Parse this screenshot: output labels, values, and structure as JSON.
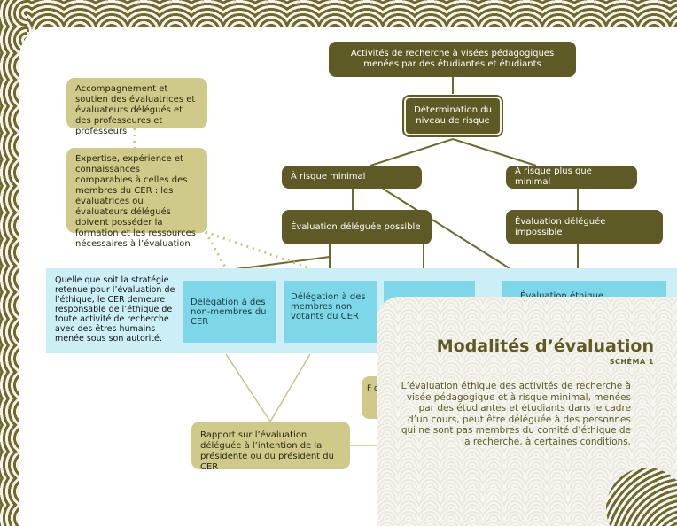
{
  "diagram": {
    "root": "Activités de recherche à visées pédagogiques menées par des étudiantes et étudiants",
    "determination": "Détermination du niveau de risque",
    "risk_minimal": "À risque minimal",
    "risk_more": "À risque plus que minimal",
    "delegated_possible": "Évaluation déléguée possible",
    "delegated_impossible": "Évaluation déléguée impossible",
    "support": "Accompagnement et soutien des évaluatrices et évaluateurs délégués et des professeures et professeurs",
    "expertise": "Expertise, expérience et connaissances comparables à celles des membres du CER : les évaluatrices ou évaluateurs délégués doivent posséder la formation et les ressources nécessaires à l’évaluation",
    "strategy": "Quelle que soit la stratégie retenue pour l’évaluation de l’éthique, le CER demeure responsable de l’éthique de toute activité de recherche avec des êtres humains menée sous son autorité.",
    "delegation_non_members": "Délégation à des non-membres du CER",
    "delegation_non_voting": "Délégation à des membres non votants du CER",
    "ethics_eval_cut": "Évaluation éthique",
    "report": "Rapport sur l’évaluation déléguée à l’intention de la présidente ou du président du CER",
    "partial_box": "F c c"
  },
  "panel": {
    "title": "Modalités d’évaluation",
    "subtitle": "SCHÉMA 1",
    "body": "L’évaluation éthique des activités de recherche à visée pédagogique et à risque minimal, menées par des étudiantes et étudiants dans le cadre d’un cours, peut être déléguée à des personnes qui ne sont pas membres du comité d’éthique de la recherche, à certaines conditions."
  },
  "colors": {
    "dark_box": "#5e5a25",
    "tan_box": "#cfc98a",
    "blue_bar": "#cceff7",
    "cyan_box": "#7dd7e8",
    "title_color": "#5e5a25"
  }
}
